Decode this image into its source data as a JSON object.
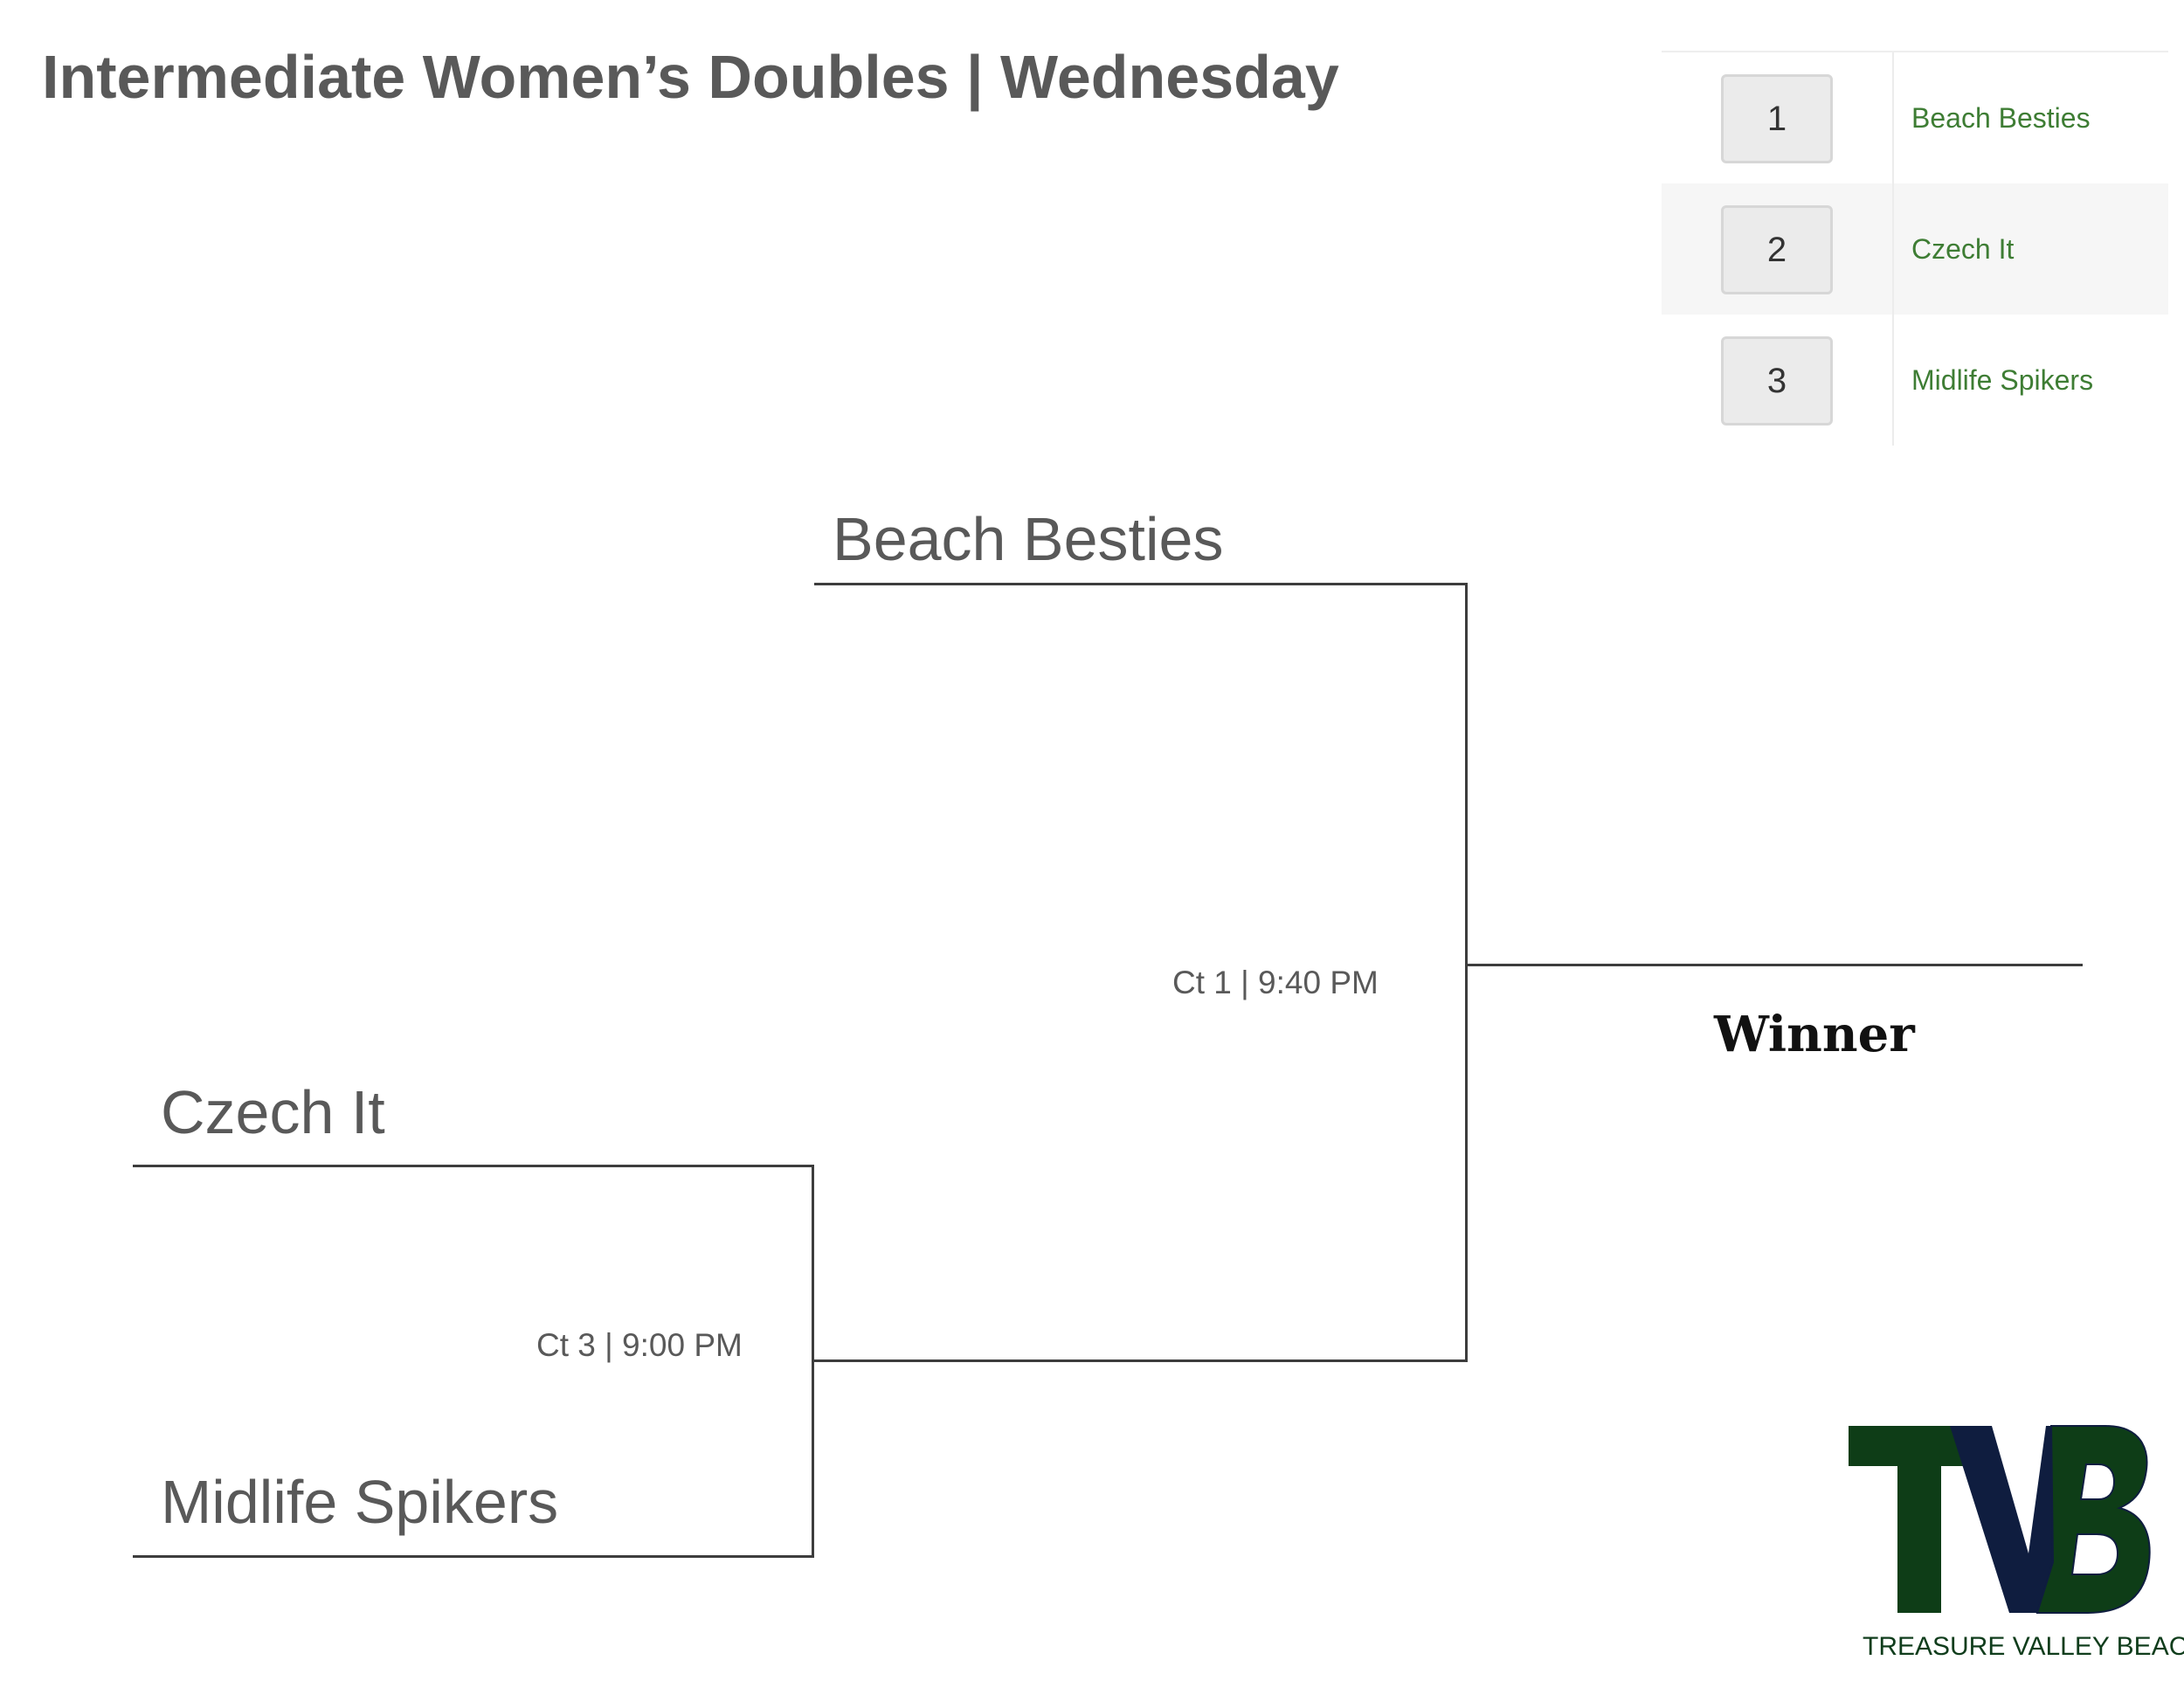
{
  "title": "Intermediate Women’s Doubles | Wednesday",
  "seeds": [
    {
      "seed": "1",
      "team": "Beach Besties"
    },
    {
      "seed": "2",
      "team": "Czech It"
    },
    {
      "seed": "3",
      "team": "Midlife Spikers"
    }
  ],
  "bracket": {
    "top_team": "Beach Besties",
    "semi_top_team": "Czech It",
    "semi_bottom_team": "Midlife Spikers",
    "semi_court": "Ct 3 | 9:00 PM",
    "final_court": "Ct 1 | 9:40 PM",
    "winner_label": "Winner"
  },
  "logo": {
    "letters": "TVB",
    "name": "TREASURE VALLEY BEACH",
    "colors": {
      "green": "#0e3d17",
      "navy": "#0f1d3f"
    }
  },
  "colors": {
    "seed_team": "#3e7d34",
    "text": "#595959",
    "line": "#3d3d3d"
  }
}
